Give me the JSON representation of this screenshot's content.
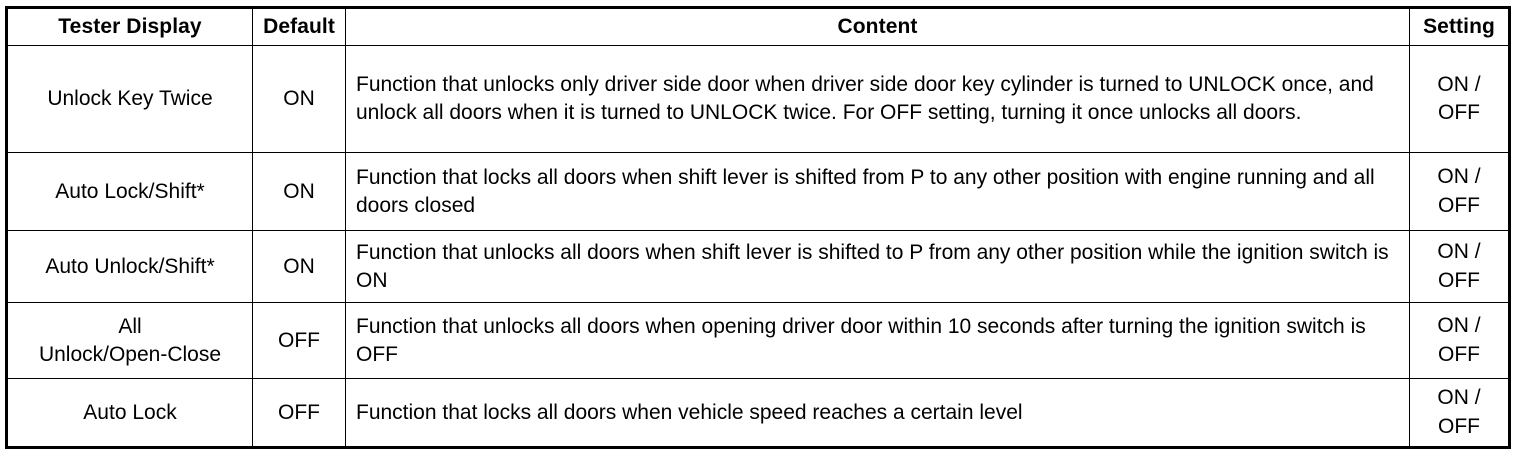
{
  "table": {
    "name": "tester-display-settings",
    "headers": [
      {
        "key": "display",
        "label": "Tester Display"
      },
      {
        "key": "default",
        "label": "Default"
      },
      {
        "key": "content",
        "label": "Content"
      },
      {
        "key": "setting",
        "label": "Setting"
      }
    ],
    "rows": [
      {
        "display": "Unlock Key Twice",
        "default": "ON",
        "content": "Function that unlocks only driver side door when driver side door key cylinder is turned to UNLOCK once, and unlock all doors when it is turned to UNLOCK twice. For OFF setting, turning it once unlocks all doors.",
        "setting_line1": "ON /",
        "setting_line2": "OFF"
      },
      {
        "display": "Auto Lock/Shift*",
        "default": "ON",
        "content": "Function that locks all doors when shift lever is shifted from P to any other position with engine running and all doors closed",
        "setting_line1": "ON /",
        "setting_line2": "OFF"
      },
      {
        "display": "Auto Unlock/Shift*",
        "default": "ON",
        "content": "Function that unlocks all doors when shift lever is shifted to P from any other position while the ignition switch is ON",
        "setting_line1": "ON /",
        "setting_line2": "OFF"
      },
      {
        "display_line1": "All",
        "display_line2": "Unlock/Open-Close",
        "display": "All Unlock/Open-Close",
        "default": "OFF",
        "content": "Function that unlocks all doors when opening driver door within 10 seconds after turning the ignition switch is OFF",
        "setting_line1": "ON /",
        "setting_line2": "OFF"
      },
      {
        "display": "Auto Lock",
        "default": "OFF",
        "content": "Function that locks all doors when vehicle speed reaches a certain level",
        "setting_line1": "ON /",
        "setting_line2": "OFF"
      }
    ]
  },
  "colors": {
    "border": "#000000",
    "text": "#000000",
    "background": "#ffffff"
  }
}
